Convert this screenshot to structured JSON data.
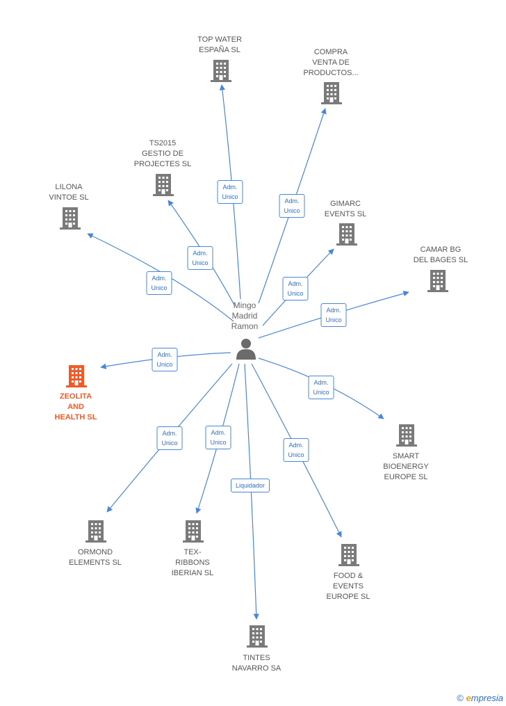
{
  "person": {
    "name": "Mingo\nMadrid\nRamon",
    "icon": "person-icon"
  },
  "colors": {
    "edge": "#4a86d8",
    "building": "#7a7a7a",
    "highlight": "#f05a28",
    "person": "#6b6b6b"
  },
  "nodes": [
    {
      "id": "top-water",
      "label": "TOP WATER\nESPAÑA  SL",
      "role": "Adm.\nUnico",
      "highlight": false
    },
    {
      "id": "compra-venta",
      "label": "COMPRA\nVENTA DE\nPRODUCTOS...",
      "role": "Adm.\nUnico",
      "highlight": false
    },
    {
      "id": "ts2015",
      "label": "TS2015\nGESTIO DE\nPROJECTES  SL",
      "role": "Adm.\nUnico",
      "highlight": false
    },
    {
      "id": "lilona",
      "label": "LILONA\nVINTOE SL",
      "role": "Adm.\nUnico",
      "highlight": false
    },
    {
      "id": "gimarc",
      "label": "GIMARC\nEVENTS SL",
      "role": "Adm.\nUnico",
      "highlight": false
    },
    {
      "id": "camar-bg",
      "label": "CAMAR BG\nDEL BAGES  SL",
      "role": "Adm.\nUnico",
      "highlight": false
    },
    {
      "id": "zeolita",
      "label": "ZEOLITA\nAND\nHEALTH  SL",
      "role": "Adm.\nUnico",
      "highlight": true
    },
    {
      "id": "smart-bioenergy",
      "label": "SMART\nBIOENERGY\nEUROPE  SL",
      "role": "Adm.\nUnico",
      "highlight": false
    },
    {
      "id": "ormond",
      "label": "ORMOND\nELEMENTS SL",
      "role": "Adm.\nUnico",
      "highlight": false
    },
    {
      "id": "tex-ribbons",
      "label": "TEX-\nRIBBONS\nIBERIAN  SL",
      "role": "Adm.\nUnico",
      "highlight": false
    },
    {
      "id": "food-events",
      "label": "FOOD &\nEVENTS\nEUROPE  SL",
      "role": "Adm.\nUnico",
      "highlight": false
    },
    {
      "id": "tintes-navarro",
      "label": "TINTES\nNAVARRO SA",
      "role": "Liquidador",
      "highlight": false
    }
  ],
  "watermark": {
    "copyright": "©",
    "brand_first": "e",
    "brand_rest": "mpresia"
  }
}
